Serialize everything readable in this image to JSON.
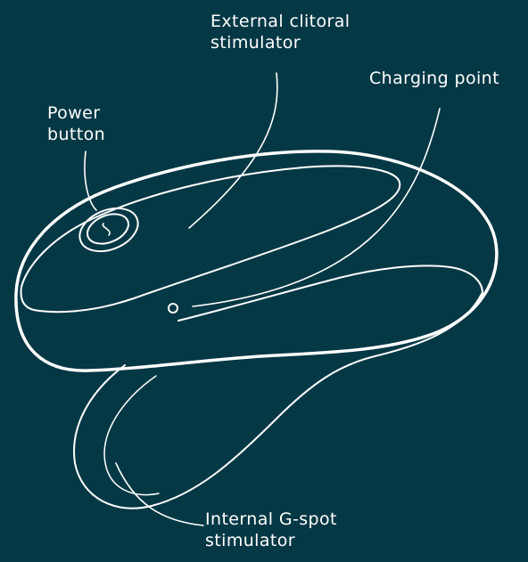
{
  "labels": {
    "external": {
      "line1": "External clitoral",
      "line2": "stimulator"
    },
    "charging": {
      "line1": "Charging point"
    },
    "power": {
      "line1": "Power",
      "line2": "button"
    },
    "internal": {
      "line1": "Internal G-spot",
      "line2": "stimulator"
    }
  },
  "colors": {
    "background": "#053845",
    "line": "#ffffff"
  }
}
